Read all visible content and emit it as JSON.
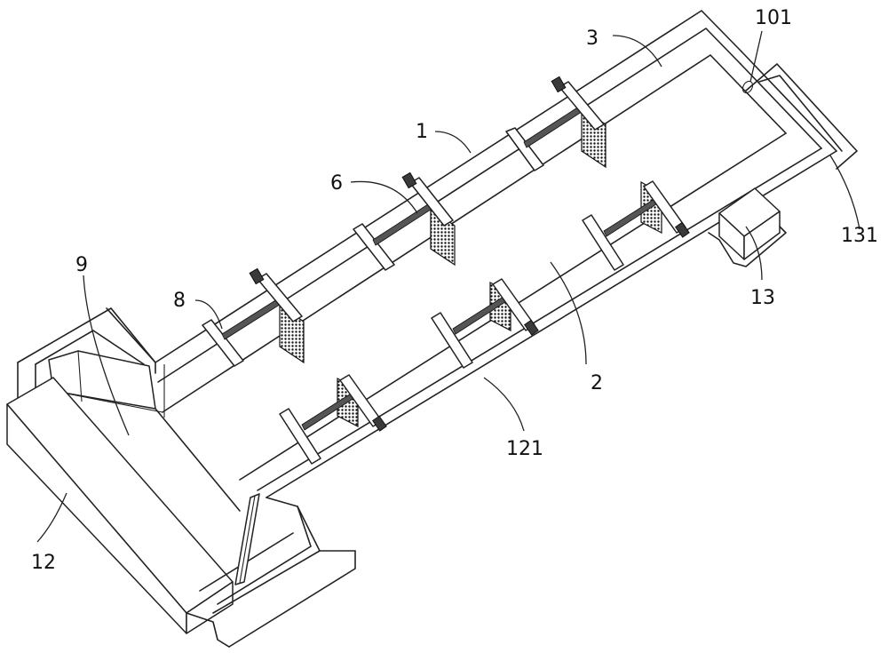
{
  "figure": {
    "labels": {
      "l101": "101",
      "l3": "3",
      "l1": "1",
      "l6": "6",
      "l131": "131",
      "l13": "13",
      "l9": "9",
      "l8": "8",
      "l2": "2",
      "l121": "121",
      "l12": "12"
    },
    "colors": {
      "line": "#222222",
      "background": "#ffffff",
      "fill_dark": "#3a3a3a"
    }
  }
}
